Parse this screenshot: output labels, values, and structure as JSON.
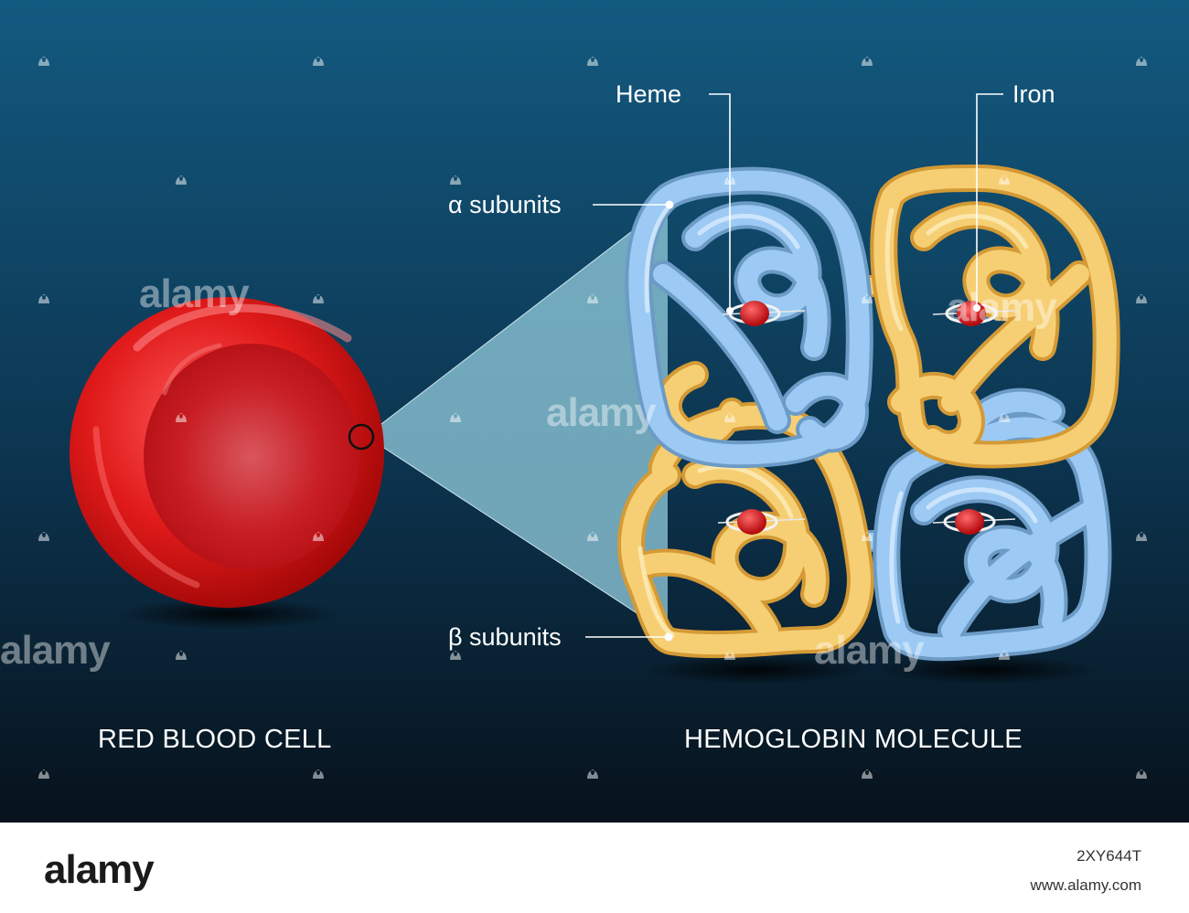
{
  "labels": {
    "heme": "Heme",
    "iron": "Iron",
    "alpha": "α subunits",
    "beta": "β subunits",
    "cell_caption": "RED BLOOD CELL",
    "molecule_caption": "HEMOGLOBIN MOLECULE"
  },
  "watermark": {
    "brand": "alamy",
    "image_id": "2XY644T",
    "site": "www.alamy.com"
  },
  "colors": {
    "background_top": "#135a80",
    "background_bottom": "#07121c",
    "red_cell": "#e01a1a",
    "alpha_chain": "#9ccaf4",
    "beta_chain": "#f6cf74",
    "heme_red": "#d6171a",
    "zoom_cone": "#8bc3d4"
  }
}
